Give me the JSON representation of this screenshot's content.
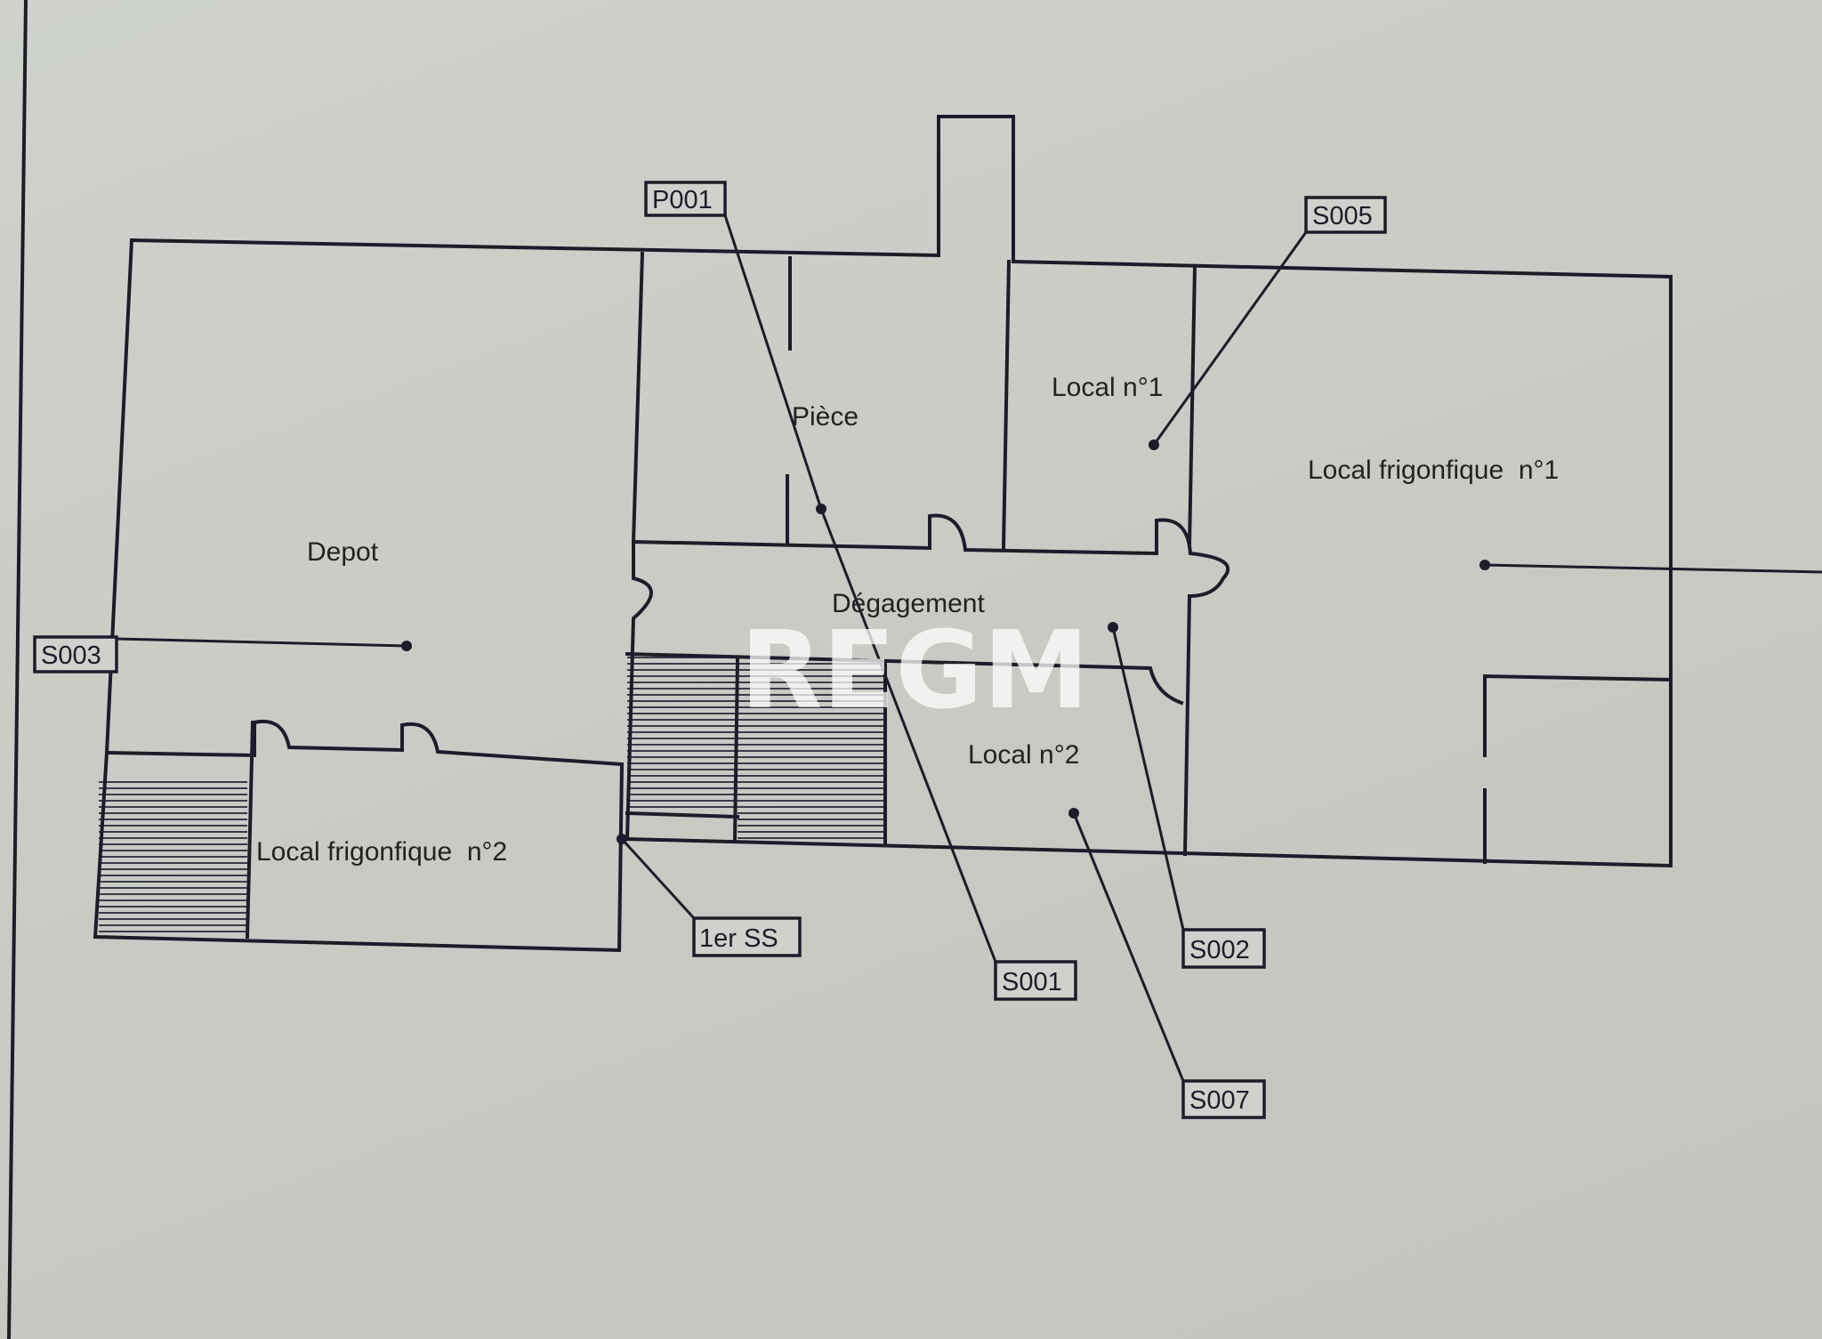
{
  "plan": {
    "rooms": {
      "depot": "Depot",
      "piece": "Pièce",
      "local1": "Local n°1",
      "frigo1": "Local frigonfique  n°1",
      "degagement": "Dégagement",
      "local2": "Local n°2",
      "frigo2": "Local frigonfique  n°2"
    },
    "tags": {
      "p001": "P001",
      "s005": "S005",
      "s003": "S003",
      "level": "1er SS",
      "s001": "S001",
      "s002": "S002",
      "s007": "S007"
    },
    "watermark": "REGM",
    "colors": {
      "ink": "#1c1c2a",
      "paper": "#cbcec8"
    }
  }
}
